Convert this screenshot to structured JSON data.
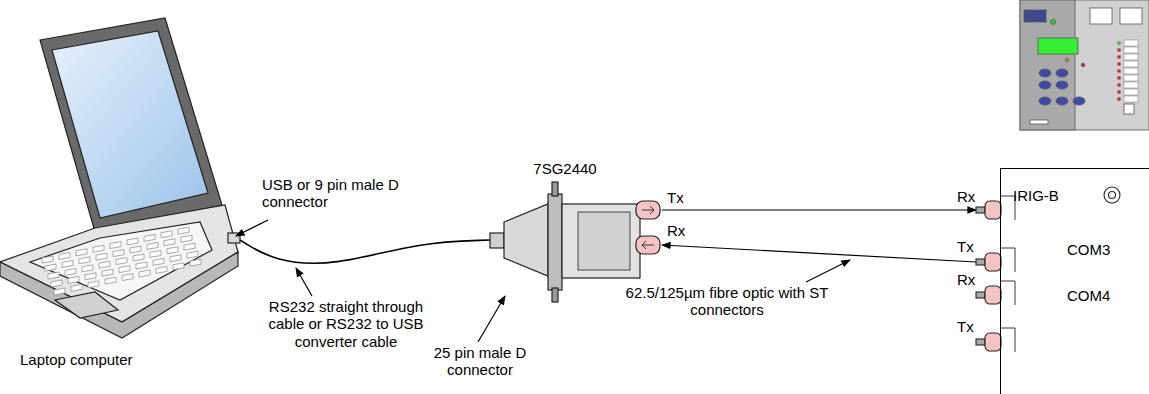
{
  "diagram": {
    "nodes": [
      {
        "text": [
          "Laptop computer"
        ]
      },
      {
        "text": [
          "7SG2440"
        ]
      },
      {
        "text": [
          "IRIG-B",
          "COM3",
          "COM4"
        ]
      }
    ],
    "edges": [
      {
        "from": 0,
        "to": 1,
        "arrow": "none"
      },
      {
        "from": 1,
        "to": 2,
        "arrow": "to"
      },
      {
        "from": 2,
        "to": 1,
        "arrow": "to"
      }
    ],
    "labels": [
      "USB or 9 pin male D connector",
      "RS232 straight through cable or RS232 to USB converter cable",
      "25 pin male D connector",
      "62.5/125µm fibre optic with ST connectors",
      "Tx",
      "Rx",
      "Rx",
      "Tx",
      "Rx",
      "Tx"
    ]
  }
}
